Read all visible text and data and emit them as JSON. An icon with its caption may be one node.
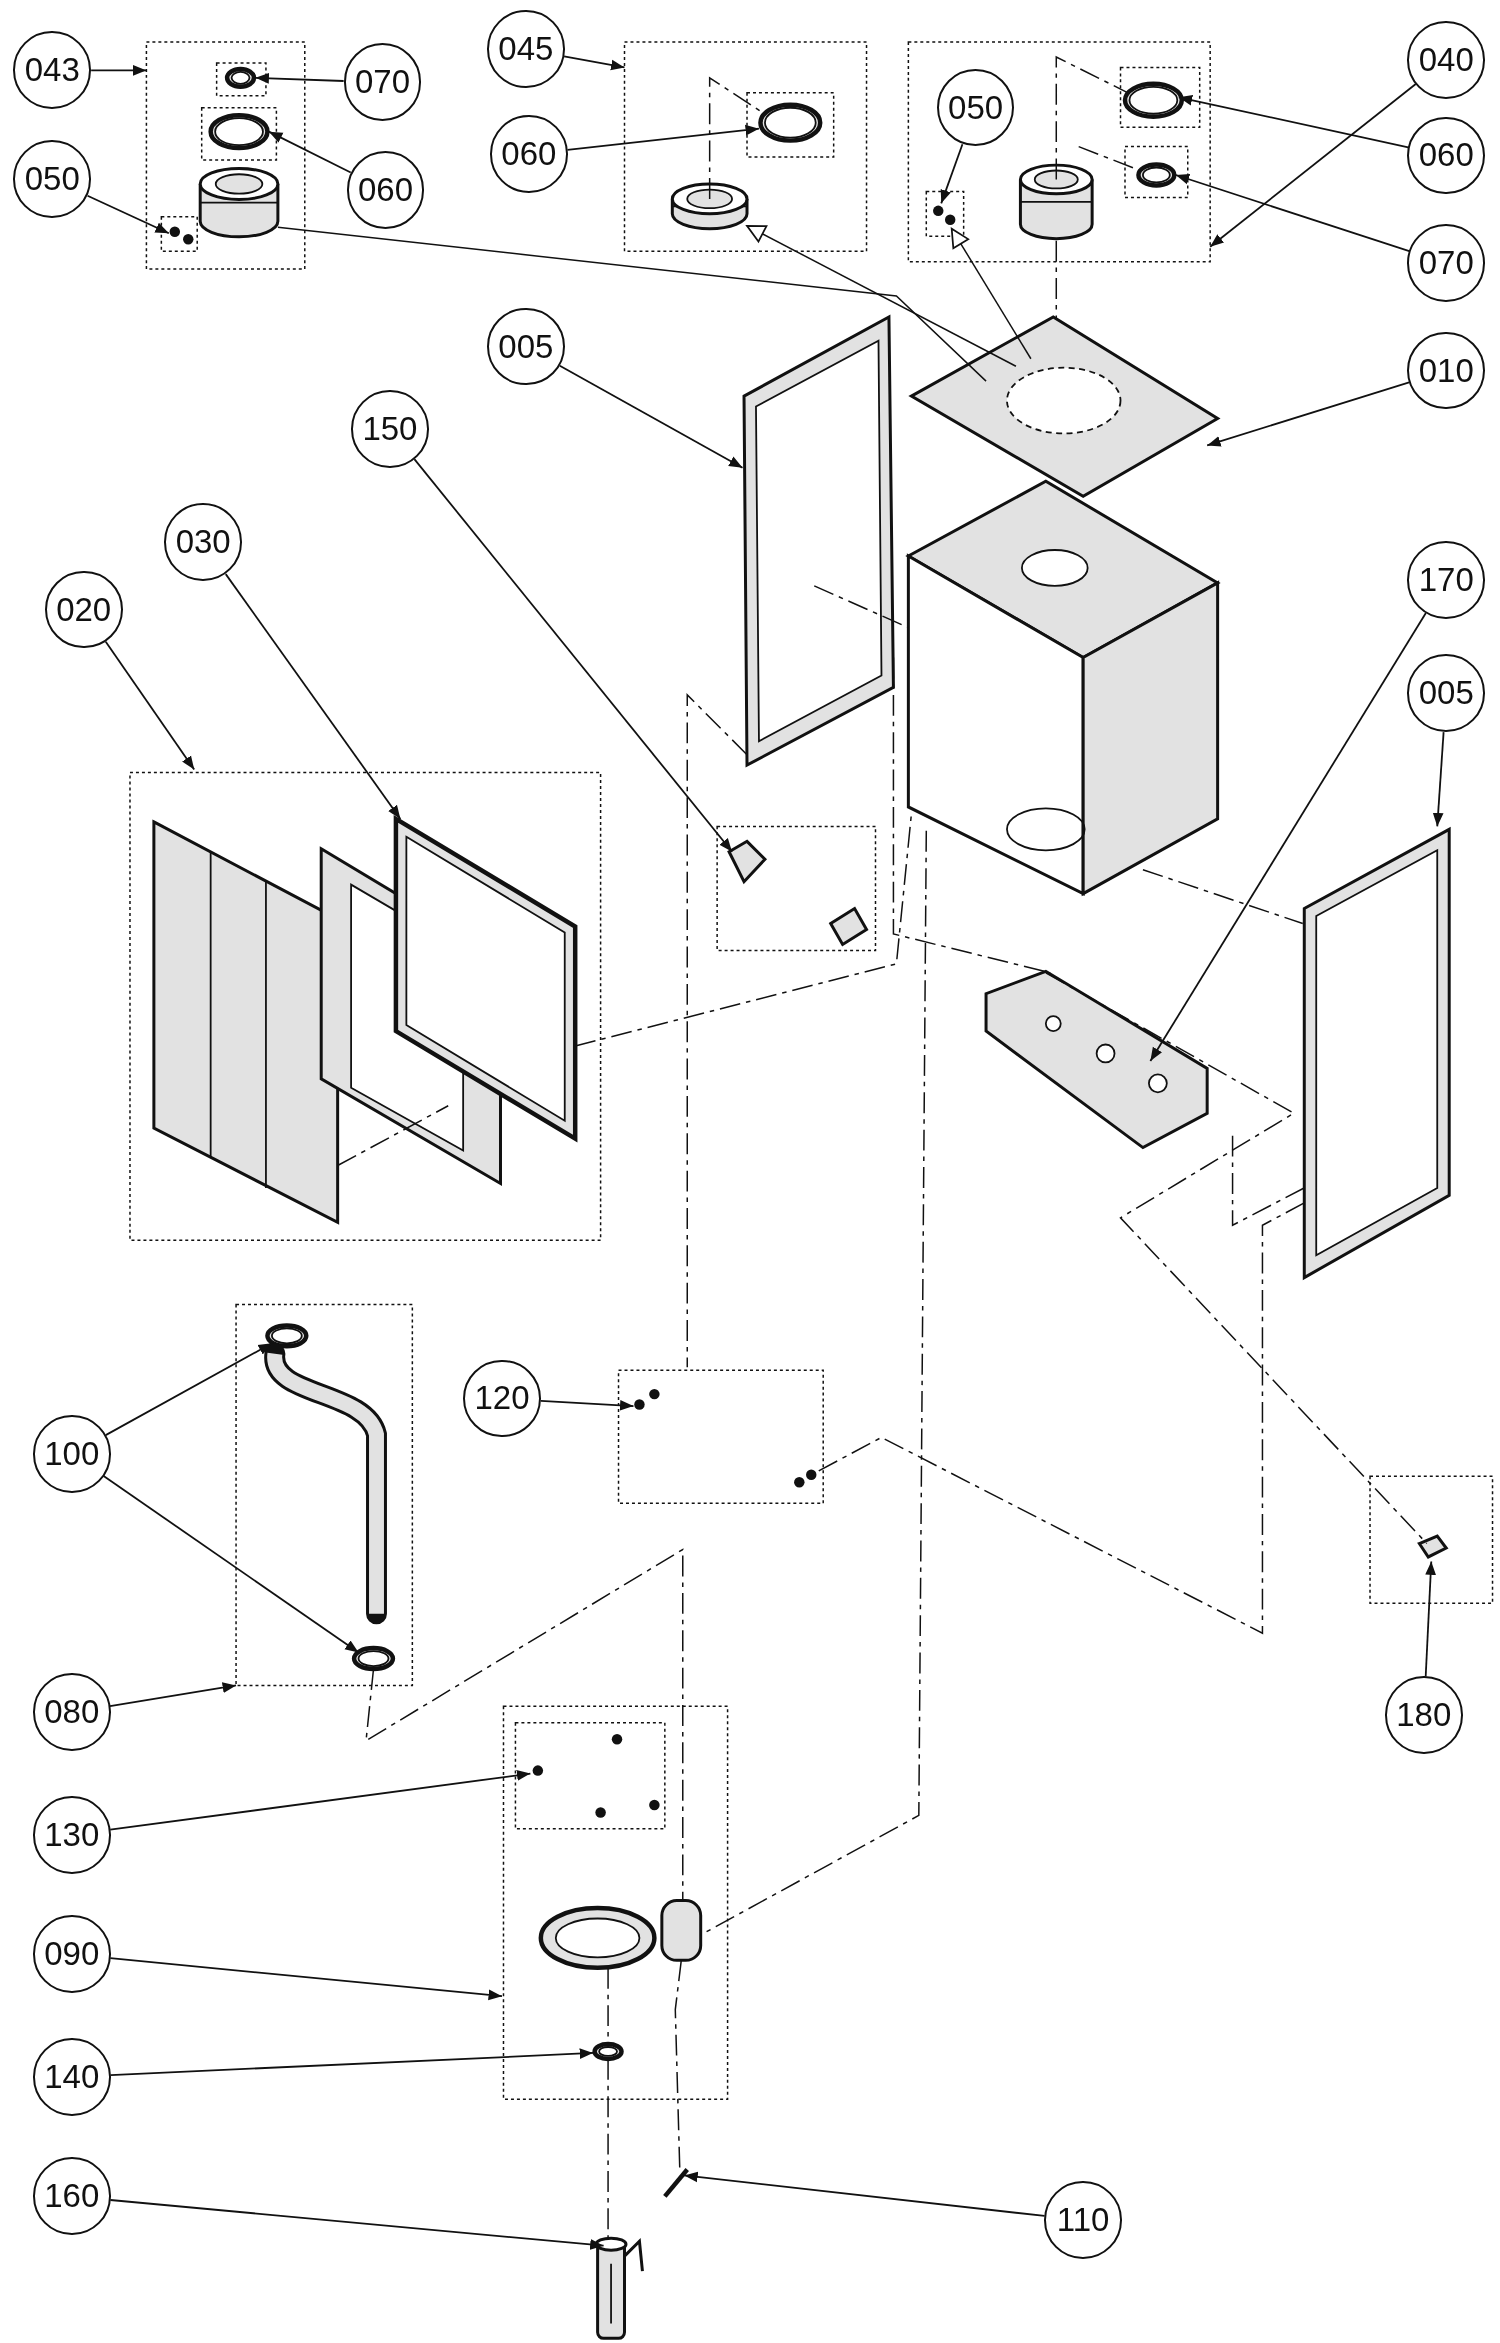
{
  "diagram": {
    "nodes": [
      {
        "text": [
          "043"
        ]
      },
      {
        "text": [
          "070"
        ]
      },
      {
        "text": [
          "045"
        ]
      },
      {
        "text": [
          "040"
        ]
      },
      {
        "text": [
          "050"
        ]
      },
      {
        "text": [
          "060"
        ]
      },
      {
        "text": [
          "060"
        ]
      },
      {
        "text": [
          "060"
        ]
      },
      {
        "text": [
          "050"
        ]
      },
      {
        "text": [
          "070"
        ]
      },
      {
        "text": [
          "005"
        ]
      },
      {
        "text": [
          "010"
        ]
      },
      {
        "text": [
          "150"
        ]
      },
      {
        "text": [
          "030"
        ]
      },
      {
        "text": [
          "170"
        ]
      },
      {
        "text": [
          "020"
        ]
      },
      {
        "text": [
          "005"
        ]
      },
      {
        "text": [
          "120"
        ]
      },
      {
        "text": [
          "100"
        ]
      },
      {
        "text": [
          "080"
        ]
      },
      {
        "text": [
          "180"
        ]
      },
      {
        "text": [
          "130"
        ]
      },
      {
        "text": [
          "090"
        ]
      },
      {
        "text": [
          "140"
        ]
      },
      {
        "text": [
          "110"
        ]
      },
      {
        "text": [
          "160"
        ]
      },
      {
        "text": [],
        "shape": "picture"
      },
      {
        "text": [],
        "shape": "picture"
      },
      {
        "text": [],
        "shape": "picture"
      },
      {
        "text": [],
        "shape": "picture"
      },
      {
        "text": [],
        "shape": "picture"
      },
      {
        "text": [],
        "shape": "picture"
      },
      {
        "text": [],
        "shape": "picture"
      },
      {
        "text": [],
        "shape": "picture"
      },
      {
        "text": [],
        "shape": "picture"
      },
      {
        "text": [],
        "shape": "picture"
      },
      {
        "text": [],
        "shape": "picture"
      },
      {
        "text": [],
        "shape": "picture"
      },
      {
        "text": [],
        "shape": "picture"
      },
      {
        "text": [],
        "shape": "picture"
      },
      {
        "text": [],
        "shape": "picture"
      },
      {
        "text": [],
        "shape": "picture"
      },
      {
        "text": [],
        "shape": "picture"
      },
      {
        "text": [],
        "shape": "picture"
      },
      {
        "text": [],
        "shape": "picture"
      },
      {
        "text": [],
        "shape": "picture"
      },
      {
        "text": [],
        "shape": "picture"
      },
      {
        "text": [],
        "shape": "picture"
      },
      {
        "text": [],
        "shape": "picture"
      },
      {
        "text": [],
        "shape": "picture"
      },
      {
        "text": [],
        "shape": "picture"
      },
      {
        "text": [],
        "shape": "picture"
      },
      {
        "text": [],
        "shape": "picture"
      },
      {
        "text": [],
        "shape": "picture"
      },
      {
        "text": [],
        "shape": "picture"
      },
      {
        "text": [],
        "shape": "picture"
      }
    ],
    "edges": [
      {
        "from": 0,
        "to": null,
        "arrow": "to"
      },
      {
        "from": 1,
        "to": 26,
        "arrow": "to"
      },
      {
        "from": 2,
        "to": null,
        "arrow": "to"
      },
      {
        "from": 3,
        "to": null,
        "arrow": "to"
      },
      {
        "from": 4,
        "to": 32,
        "arrow": "to"
      },
      {
        "from": 5,
        "to": 30,
        "arrow": "to"
      },
      {
        "from": 6,
        "to": 33,
        "arrow": "to"
      },
      {
        "from": 7,
        "to": 27,
        "arrow": "to"
      },
      {
        "from": 8,
        "to": 28,
        "arrow": "to"
      },
      {
        "from": 9,
        "to": 34,
        "arrow": "to"
      },
      {
        "from": 10,
        "to": 37,
        "arrow": "to"
      },
      {
        "from": 11,
        "to": 36,
        "arrow": "to"
      },
      {
        "from": 12,
        "to": 42,
        "arrow": "to"
      },
      {
        "from": 13,
        "to": 41,
        "arrow": "to"
      },
      {
        "from": 14,
        "to": 43,
        "arrow": "to"
      },
      {
        "from": 15,
        "to": null,
        "arrow": "to"
      },
      {
        "from": 16,
        "to": 44,
        "arrow": "to"
      },
      {
        "from": 17,
        "to": 48,
        "arrow": "to"
      },
      {
        "from": 18,
        "to": 45,
        "arrow": "to"
      },
      {
        "from": 18,
        "to": 47,
        "arrow": "to"
      },
      {
        "from": 19,
        "to": null,
        "arrow": "to"
      },
      {
        "from": 20,
        "to": 50,
        "arrow": "to"
      },
      {
        "from": 21,
        "to": 51,
        "arrow": "to"
      },
      {
        "from": 22,
        "to": null,
        "arrow": "to"
      },
      {
        "from": 23,
        "to": 53,
        "arrow": "to"
      },
      {
        "from": 24,
        "to": 54,
        "arrow": "to"
      },
      {
        "from": 25,
        "to": 55,
        "arrow": "to"
      },
      {
        "from": 29,
        "to": 36,
        "arrow": "none"
      },
      {
        "from": 36,
        "to": 31,
        "arrow": "to"
      },
      {
        "from": 36,
        "to": 32,
        "arrow": "to"
      },
      {
        "from": 35,
        "to": 36,
        "arrow": "none",
        "style": "dashed"
      },
      {
        "from": 37,
        "to": null,
        "arrow": "none",
        "style": "dashed"
      },
      {
        "from": 37,
        "to": 43,
        "arrow": "none",
        "style": "dashed"
      },
      {
        "from": 37,
        "to": 38,
        "arrow": "none",
        "style": "dashed"
      },
      {
        "from": 41,
        "to": 38,
        "arrow": "none",
        "style": "dashed"
      },
      {
        "from": 38,
        "to": 52,
        "arrow": "none",
        "style": "dashed"
      },
      {
        "from": 38,
        "to": 44,
        "arrow": "none",
        "style": "dashed"
      },
      {
        "from": 43,
        "to": 50,
        "arrow": "none",
        "style": "dashed"
      },
      {
        "from": 43,
        "to": 44,
        "arrow": "none",
        "style": "dashed"
      },
      {
        "from": 44,
        "to": 49,
        "arrow": "none",
        "style": "dashed"
      },
      {
        "from": 47,
        "to": 52,
        "arrow": "none",
        "style": "dashed"
      },
      {
        "from": 52,
        "to": 53,
        "arrow": "none",
        "style": "dashed"
      },
      {
        "from": 53,
        "to": 55,
        "arrow": "none",
        "style": "dashed"
      },
      {
        "from": 52,
        "to": 54,
        "arrow": "none",
        "style": "dashed"
      },
      {
        "from": 39,
        "to": 40,
        "arrow": "none",
        "style": "dashed"
      },
      {
        "from": 31,
        "to": 30,
        "arrow": "none",
        "style": "dashed"
      },
      {
        "from": 35,
        "to": 33,
        "arrow": "none",
        "style": "dashed"
      },
      {
        "from": 35,
        "to": 34,
        "arrow": "none",
        "style": "dashed"
      }
    ]
  }
}
